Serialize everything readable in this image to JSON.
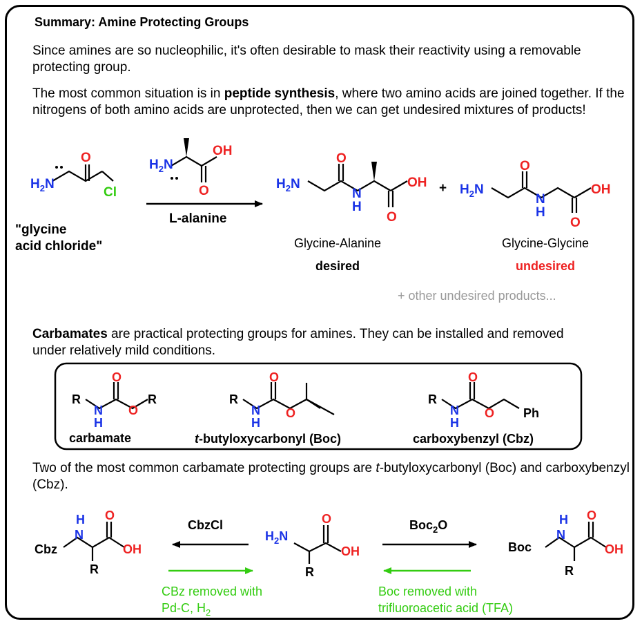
{
  "title": "Summary: Amine Protecting Groups",
  "intro": "Since amines are so nucleophilic, it's often desirable to mask their reactivity using a removable protecting group.",
  "para2": {
    "pre": "The most common situation is in ",
    "bold": "peptide synthesis",
    "post": ", where two amino acids are joined together. If the nitrogens of both amino acids are unprotected, then we can get undesired mixtures of products!"
  },
  "reaction1": {
    "reagent": "L-alanine",
    "reactant_label_line1": "\"glycine",
    "reactant_label_line2": "acid chloride\"",
    "plus": "+",
    "product1_name": "Glycine-Alanine",
    "product1_tag": "desired",
    "product2_name": "Glycine-Glycine",
    "product2_tag": "undesired",
    "other": "+ other undesired products..."
  },
  "atoms": {
    "H2N": "H2N",
    "N": "N",
    "H": "H",
    "O": "O",
    "OH": "OH",
    "Cl": "Cl",
    "R": "R",
    "Ph": "Ph",
    "Cbz": "Cbz",
    "Boc": "Boc"
  },
  "carbamates_para": {
    "bold": "Carbamates",
    "rest": " are practical protecting groups for amines. They can be installed and removed under relatively mild conditions."
  },
  "box_labels": {
    "carbamate": "carbamate",
    "boc_italic": "t",
    "boc_rest": "-butyloxycarbonyl (Boc)",
    "cbz": "carboxybenzyl (Cbz)"
  },
  "common_para": {
    "pre": "Two of the most common carbamate protecting groups are ",
    "it": "t",
    "post": "-butyloxycarbonyl (Boc) and carboxybenzyl (Cbz)."
  },
  "bottom": {
    "cbz_reagent": "CbzCl",
    "boc_reagent": "Boc2O",
    "cbz_removal_line1": "CBz removed with",
    "cbz_removal_line2": "Pd-C, H2",
    "boc_removal_line1": "Boc removed with",
    "boc_removal_line2": "trifluoroacetic acid (TFA)"
  },
  "colors": {
    "nitrogen": "#1a33e6",
    "oxygen": "#ee2222",
    "chlorine": "#33cc11",
    "note": "#33cc11",
    "gray": "#999999"
  }
}
